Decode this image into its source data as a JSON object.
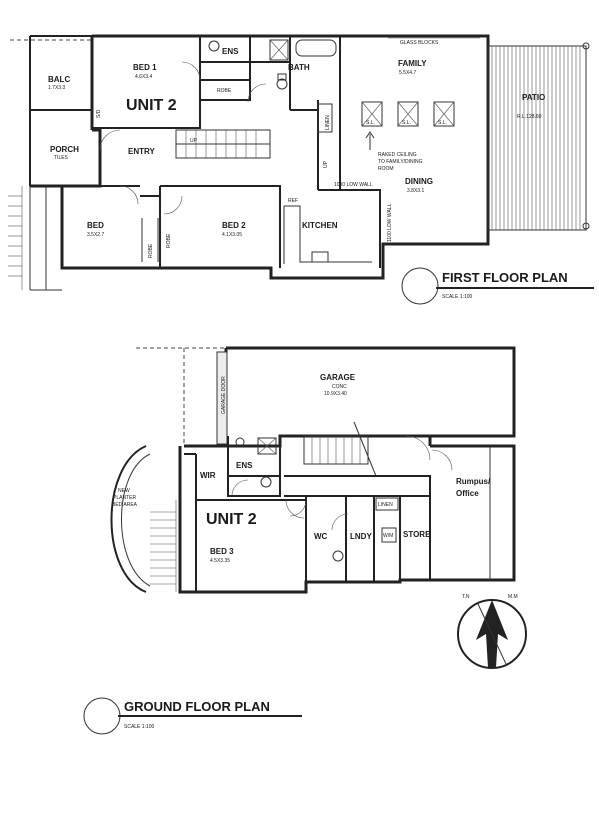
{
  "first_floor": {
    "title": "FIRST FLOOR PLAN",
    "scale": "SCALE 1:100",
    "unit": "UNIT 2",
    "rooms": {
      "bed1": "BED 1",
      "bed1_size": "4.6X3.4",
      "ens": "ENS",
      "bath": "BATH",
      "robe": "ROBE",
      "family": "FAMILY",
      "family_size": "5.5X4.7",
      "glass_blocks": "GLASS BLOCKS",
      "patio": "PATIO",
      "patio_level": "R.L.128.60",
      "balc": "BALC",
      "balc_size": "1.7X3.3",
      "porch": "PORCH",
      "porch_sub": "TILES",
      "entry": "ENTRY",
      "up1": "UP",
      "up2": "UP",
      "linen": "LINEN",
      "raked_ceiling_1": "RAKED CEILING",
      "raked_ceiling_2": "TO FAMILY/DINING",
      "raked_ceiling_3": "ROOM",
      "sl1": "S.L.",
      "sl2": "S.L.",
      "sl3": "S.L.",
      "dining": "DINING",
      "dining_size": "3.8X3.1",
      "low_wall_1": "1000 LOW WALL",
      "low_wall_2": "1100 LOW WALL",
      "bed": "BED",
      "bed_size": "3.5X2.7",
      "robe_a": "ROBE",
      "robe_b": "ROBE",
      "bed2": "BED 2",
      "bed2_size": "4.1X3.05",
      "ref": "REF",
      "kitchen": "KITCHEN",
      "sd": "S/D"
    }
  },
  "ground_floor": {
    "title": "GROUND FLOOR PLAN",
    "scale": "SCALE 1:100",
    "unit": "UNIT 2",
    "rooms": {
      "garage": "GARAGE",
      "garage_sub": "CONC",
      "garage_size": "10.9X3.40",
      "garage_door": "GARAGE DOOR",
      "ens": "ENS",
      "wir": "WIR",
      "bed3": "BED 3",
      "bed3_size": "4.5X3.35",
      "wc": "WC",
      "lndy": "LNDY",
      "linen": "LINEN",
      "store": "STORE",
      "wm": "W/M",
      "rumpus": "Rumpus/",
      "office": "Office",
      "planter_1": "NEW",
      "planter_2": "PLANTER",
      "planter_3": "BED AREA"
    }
  },
  "north": {
    "tn": "T.N",
    "mm": "M.M"
  }
}
